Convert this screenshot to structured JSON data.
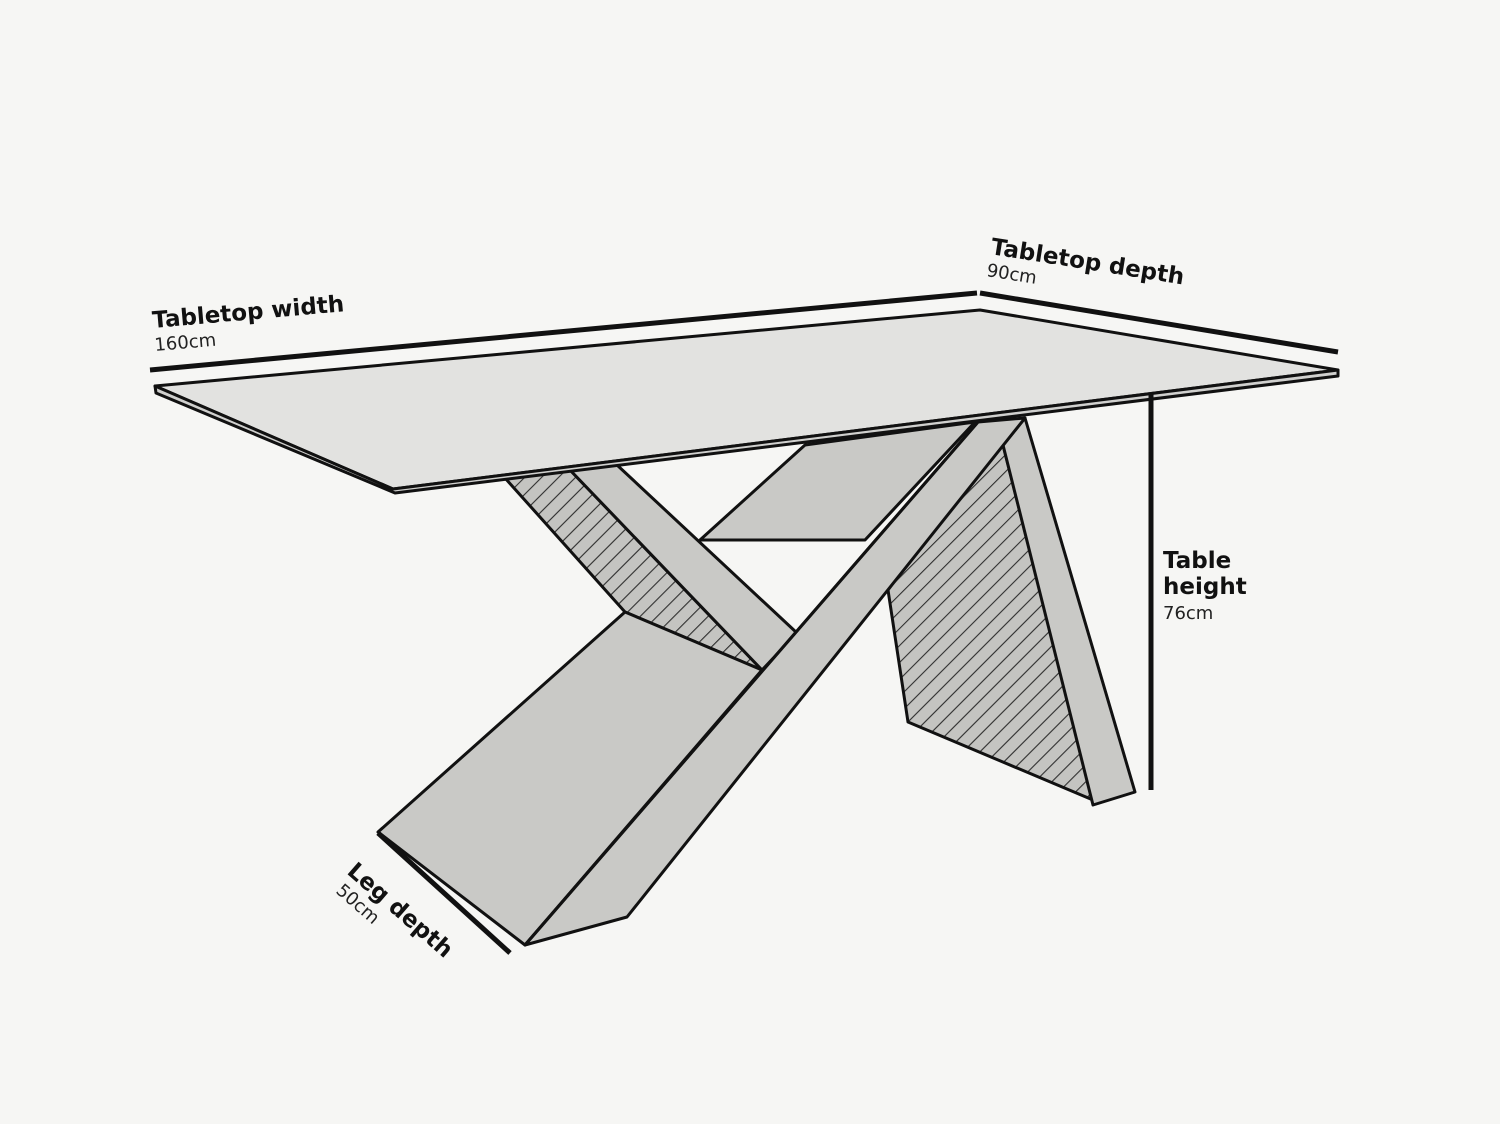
{
  "colors": {
    "background": "#f6f6f4",
    "tabletop_fill": "#e2e2e0",
    "leg_fill": "#c9c9c6",
    "hatch_fill": "#bdbdba",
    "outline": "#111111"
  },
  "dimensions": {
    "tabletop_width": {
      "title": "Tabletop width",
      "value": "160cm"
    },
    "tabletop_depth": {
      "title": "Tabletop depth",
      "value": "90cm"
    },
    "table_height": {
      "title_line1": "Table",
      "title_line2": "height",
      "value": "76cm"
    },
    "leg_depth": {
      "title": "Leg depth",
      "value": "50cm"
    }
  }
}
